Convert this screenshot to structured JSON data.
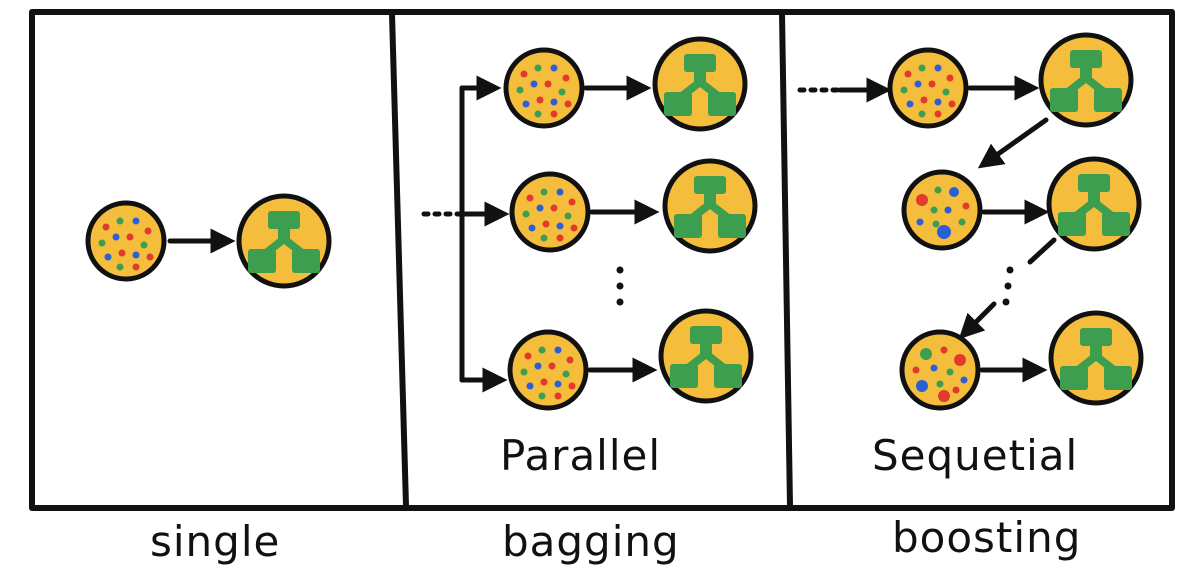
{
  "labels": {
    "single_caption": "single",
    "bagging_caption": "bagging",
    "boosting_caption": "boosting",
    "bagging_inner": "Parallel",
    "boosting_inner": "Sequetial"
  },
  "colors": {
    "node_fill": "#F5BD3C",
    "tree_green": "#3E9E4F",
    "dot_red": "#E23B2E",
    "dot_blue": "#2A5FD8",
    "dot_green": "#3E9E4F",
    "ink": "#111111"
  },
  "icons": {
    "data_node": "data-sample-icon",
    "model_node": "decision-tree-icon"
  }
}
